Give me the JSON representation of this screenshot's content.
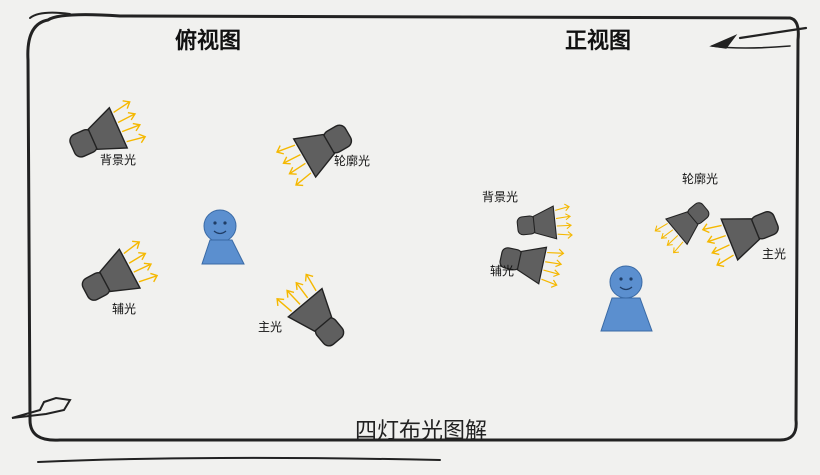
{
  "titles": {
    "top_view": "俯视图",
    "front_view": "正视图"
  },
  "caption": "四灯布光图解",
  "lights": {
    "top_background": "背景光",
    "top_rim": "轮廓光",
    "top_fill": "辅光",
    "top_key": "主光",
    "front_background": "背景光",
    "front_fill": "辅光",
    "front_rim": "轮廓光",
    "front_key": "主光"
  },
  "colors": {
    "lamp_body": "#5f5f5f",
    "lamp_outline": "#222222",
    "light_rays": "#f5b800",
    "subject": "#5b8fcf"
  }
}
